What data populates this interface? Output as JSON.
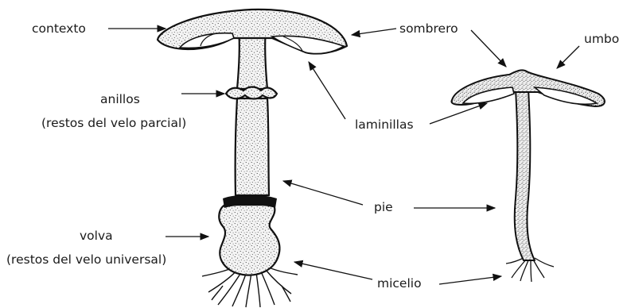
{
  "labels": {
    "contexto": "contexto",
    "sombrero": "sombrero",
    "umbo": "umbo",
    "anillos": "anillos",
    "anillos_sub": "(restos del velo parcial)",
    "laminillas": "laminillas",
    "pie": "pie",
    "volva": "volva",
    "volva_sub": "(restos del velo universal)",
    "micelio": "micelio"
  },
  "colors": {
    "ink": "#111111",
    "stipple": "#1a1a1a",
    "fill": "#f1f1f1",
    "background": "#ffffff"
  }
}
